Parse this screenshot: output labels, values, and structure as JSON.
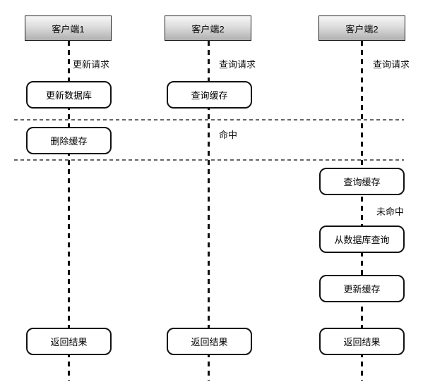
{
  "diagram": {
    "actors": [
      {
        "label": "客户端1"
      },
      {
        "label": "客户端2"
      },
      {
        "label": "客户端2"
      }
    ],
    "lane1": {
      "request_label": "更新请求",
      "step1": "更新数据库",
      "step2": "删除缓存",
      "result": "返回结果"
    },
    "lane2": {
      "request_label": "查询请求",
      "step1": "查询缓存",
      "hit_label": "命中",
      "result": "返回结果"
    },
    "lane3": {
      "request_label": "查询请求",
      "step1": "查询缓存",
      "miss_label": "未命中",
      "step2": "从数据库查询",
      "step3": "更新缓存",
      "result": "返回结果"
    },
    "colors": {
      "actor_gradient_top": "#f7f7f7",
      "actor_gradient_bottom": "#b0b0b0",
      "stroke": "#111111",
      "divider": "#666666",
      "background": "#ffffff"
    }
  }
}
